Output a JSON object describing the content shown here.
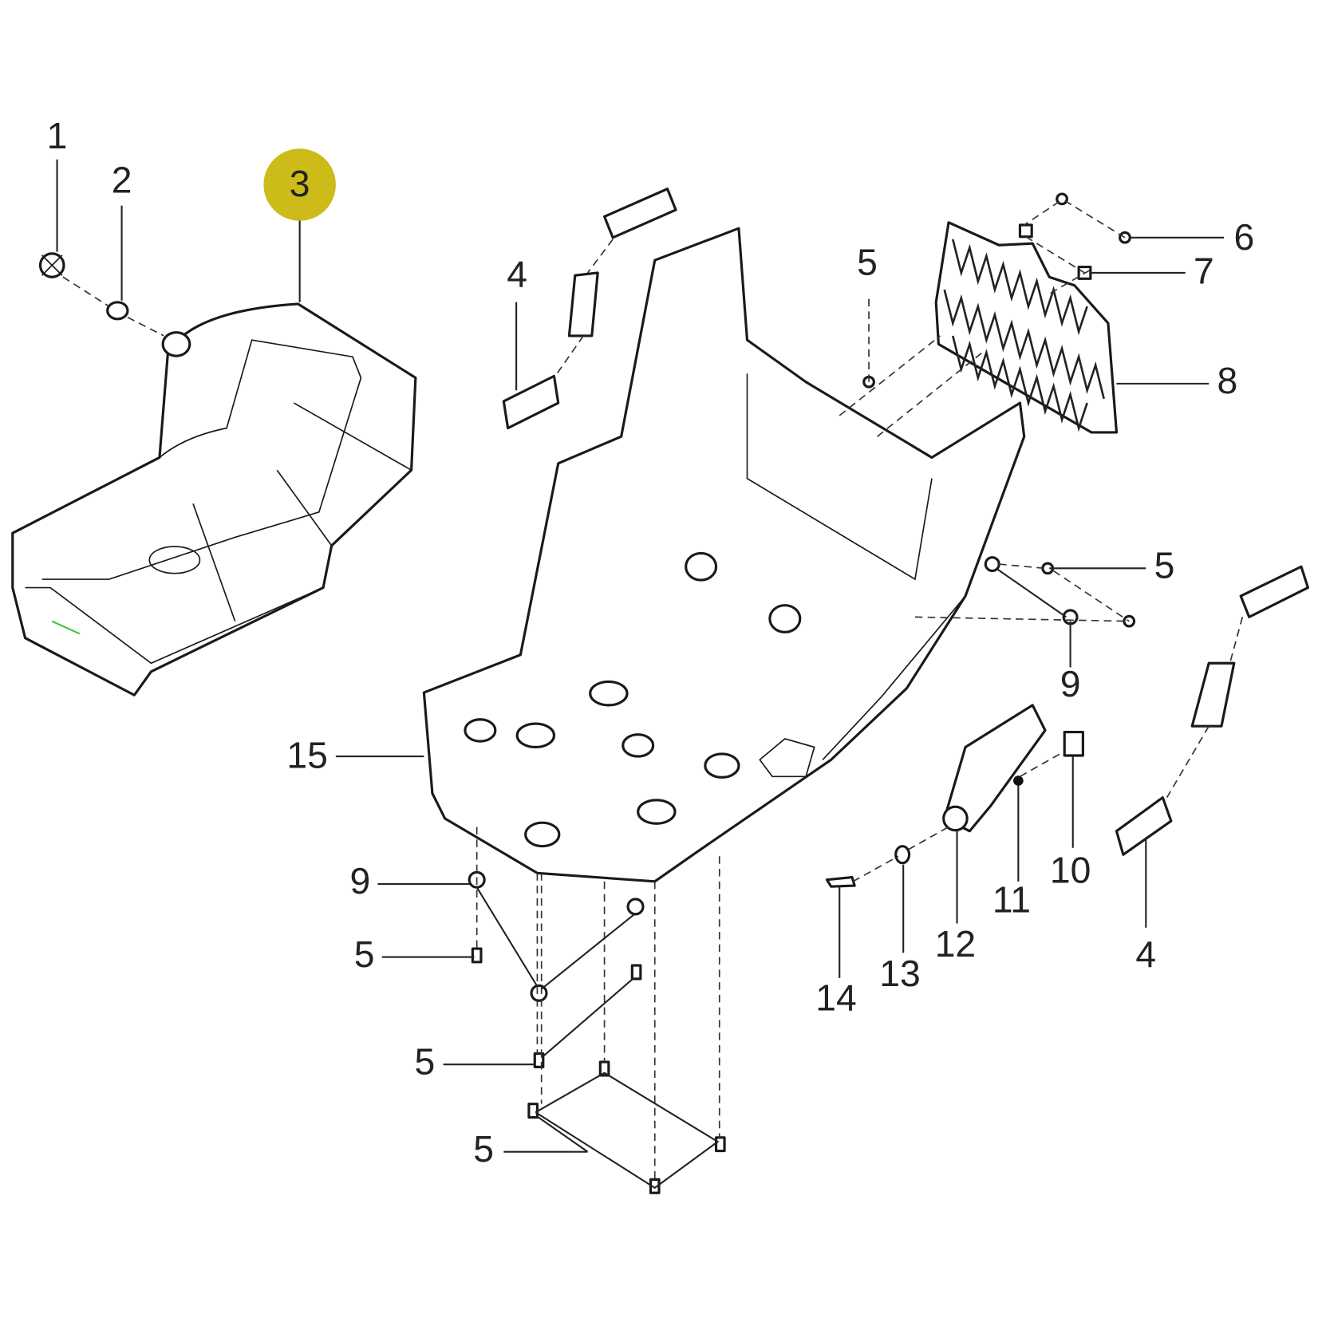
{
  "diagram": {
    "title": "",
    "highlighted_callout": "3",
    "highlight_color": "#c8b400",
    "callouts": [
      {
        "id": "c1",
        "label": "1"
      },
      {
        "id": "c2",
        "label": "2"
      },
      {
        "id": "c3",
        "label": "3"
      },
      {
        "id": "c4a",
        "label": "4"
      },
      {
        "id": "c5a",
        "label": "5"
      },
      {
        "id": "c6",
        "label": "6"
      },
      {
        "id": "c7",
        "label": "7"
      },
      {
        "id": "c8",
        "label": "8"
      },
      {
        "id": "c5b",
        "label": "5"
      },
      {
        "id": "c9a",
        "label": "9"
      },
      {
        "id": "c4b",
        "label": "4"
      },
      {
        "id": "c10",
        "label": "10"
      },
      {
        "id": "c11",
        "label": "11"
      },
      {
        "id": "c12",
        "label": "12"
      },
      {
        "id": "c13",
        "label": "13"
      },
      {
        "id": "c14",
        "label": "14"
      },
      {
        "id": "c15",
        "label": "15"
      },
      {
        "id": "c9b",
        "label": "9"
      },
      {
        "id": "c5c",
        "label": "5"
      },
      {
        "id": "c5d",
        "label": "5"
      },
      {
        "id": "c5e",
        "label": "5"
      }
    ]
  }
}
